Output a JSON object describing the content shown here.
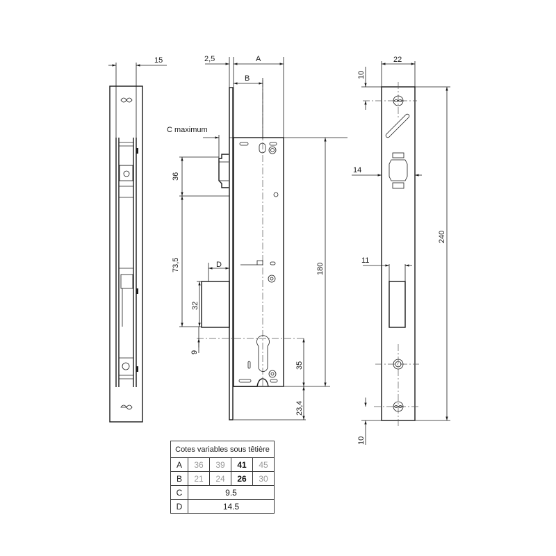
{
  "drawing": {
    "left_view": {
      "width_dim": "15"
    },
    "middle_view": {
      "dim_2_5": "2,5",
      "dim_A": "A",
      "dim_B": "B",
      "dim_C_maximum": "C maximum",
      "dim_36": "36",
      "dim_73_5": "73,5",
      "dim_D": "D",
      "dim_32": "32",
      "dim_180": "180",
      "dim_9": "9",
      "dim_35": "35",
      "dim_23_4": "23,4"
    },
    "right_view": {
      "dim_22": "22",
      "dim_10_top": "10",
      "dim_14": "14",
      "dim_240": "240",
      "dim_11": "11",
      "dim_10_bottom": "10"
    }
  },
  "table": {
    "title": "Cotes variables sous têtière",
    "rows": [
      {
        "key": "A",
        "values": [
          "36",
          "39",
          "41",
          "45"
        ],
        "selected_index": 2
      },
      {
        "key": "B",
        "values": [
          "21",
          "24",
          "26",
          "30"
        ],
        "selected_index": 2
      },
      {
        "key": "C",
        "value": "9.5"
      },
      {
        "key": "D",
        "value": "14.5"
      }
    ]
  },
  "colors": {
    "line": "#1a1a1a",
    "inactive_value": "#999999",
    "active_value": "#111111"
  }
}
